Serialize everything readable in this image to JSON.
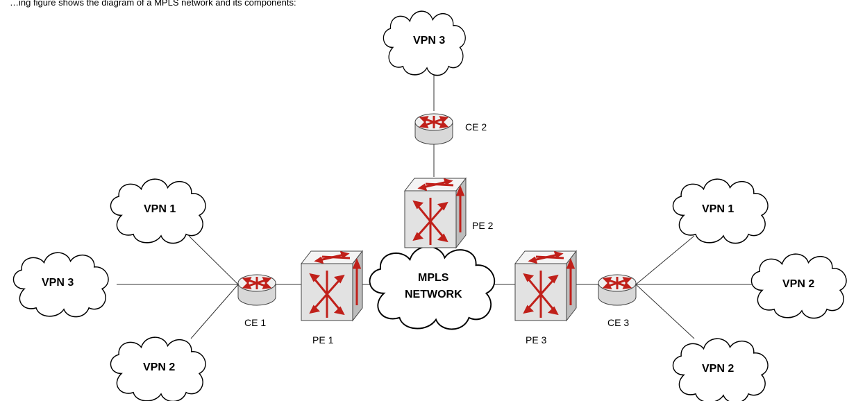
{
  "caption": "…ing figure shows the diagram of a MPLS network and its components:",
  "network": {
    "line1": "MPLS",
    "line2": "NETWORK"
  },
  "clouds": {
    "top_vpn3": "VPN 3",
    "left_vpn1": "VPN 1",
    "left_vpn3": "VPN 3",
    "left_vpn2": "VPN 2",
    "right_vpn1": "VPN 1",
    "right_vpn2_mid": "VPN 2",
    "right_vpn2_bottom": "VPN 2"
  },
  "devices": {
    "ce1": "CE 1",
    "ce2": "CE 2",
    "ce3": "CE 3",
    "pe1": "PE 1",
    "pe2": "PE 2",
    "pe3": "PE 3"
  }
}
